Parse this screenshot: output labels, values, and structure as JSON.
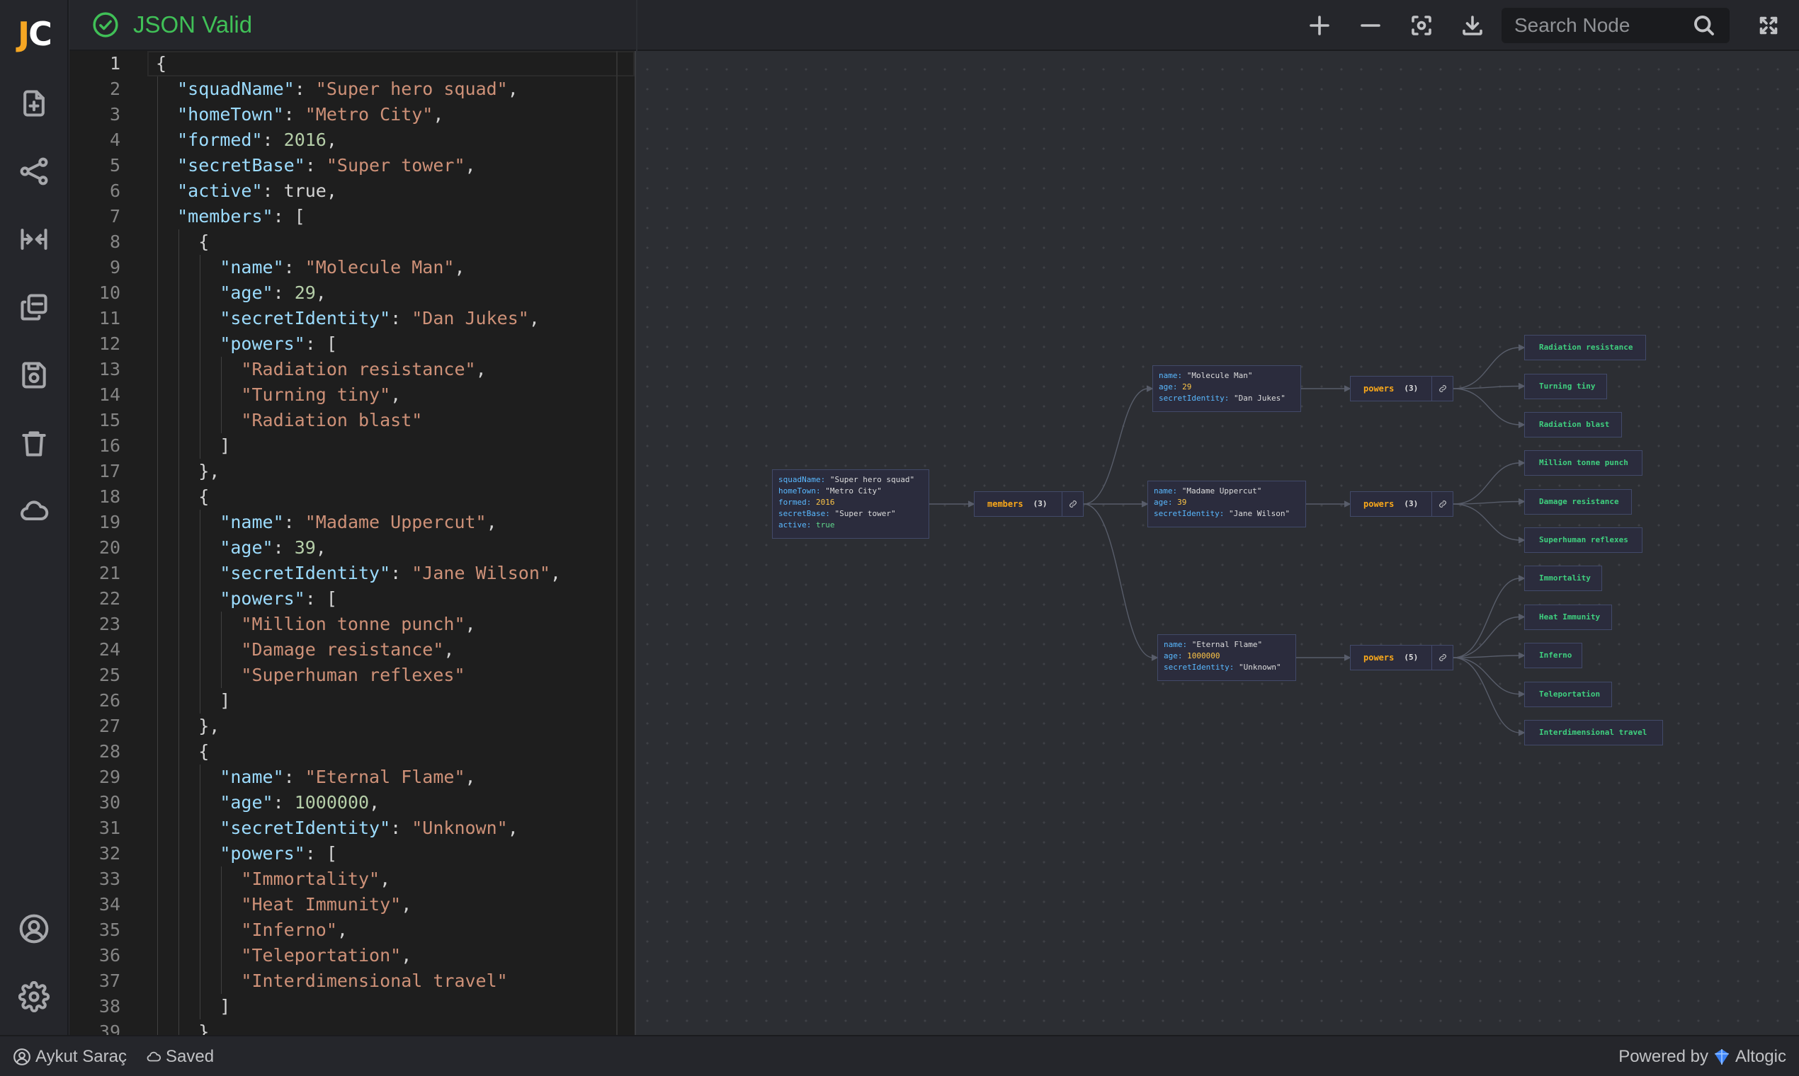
{
  "app": {
    "logo_a": "J",
    "logo_b": "C"
  },
  "editor": {
    "status_text": "JSON Valid",
    "lines": [
      "{",
      "  \"squadName\": \"Super hero squad\",",
      "  \"homeTown\": \"Metro City\",",
      "  \"formed\": 2016,",
      "  \"secretBase\": \"Super tower\",",
      "  \"active\": true,",
      "  \"members\": [",
      "    {",
      "      \"name\": \"Molecule Man\",",
      "      \"age\": 29,",
      "      \"secretIdentity\": \"Dan Jukes\",",
      "      \"powers\": [",
      "        \"Radiation resistance\",",
      "        \"Turning tiny\",",
      "        \"Radiation blast\"",
      "      ]",
      "    },",
      "    {",
      "      \"name\": \"Madame Uppercut\",",
      "      \"age\": 39,",
      "      \"secretIdentity\": \"Jane Wilson\",",
      "      \"powers\": [",
      "        \"Million tonne punch\",",
      "        \"Damage resistance\",",
      "        \"Superhuman reflexes\"",
      "      ]",
      "    },",
      "    {",
      "      \"name\": \"Eternal Flame\",",
      "      \"age\": 1000000,",
      "      \"secretIdentity\": \"Unknown\",",
      "      \"powers\": [",
      "        \"Immortality\",",
      "        \"Heat Immunity\",",
      "        \"Inferno\",",
      "        \"Teleportation\",",
      "        \"Interdimensional travel\"",
      "      ]",
      "    }"
    ]
  },
  "toolbar": {
    "search_placeholder": "Search Node"
  },
  "graph": {
    "root": [
      {
        "k": "squadName",
        "v": "\"Super hero squad\"",
        "t": "str"
      },
      {
        "k": "homeTown",
        "v": "\"Metro City\"",
        "t": "str"
      },
      {
        "k": "formed",
        "v": "2016",
        "t": "num"
      },
      {
        "k": "secretBase",
        "v": "\"Super tower\"",
        "t": "str"
      },
      {
        "k": "active",
        "v": "true",
        "t": "bool"
      }
    ],
    "members_label": "members",
    "members_count": "(3)",
    "members": [
      {
        "fields": [
          {
            "k": "name",
            "v": "\"Molecule Man\"",
            "t": "str"
          },
          {
            "k": "age",
            "v": "29",
            "t": "num"
          },
          {
            "k": "secretIdentity",
            "v": "\"Dan Jukes\"",
            "t": "str"
          }
        ],
        "powers_label": "powers",
        "powers_count": "(3)",
        "powers": [
          "Radiation resistance",
          "Turning tiny",
          "Radiation blast"
        ]
      },
      {
        "fields": [
          {
            "k": "name",
            "v": "\"Madame Uppercut\"",
            "t": "str"
          },
          {
            "k": "age",
            "v": "39",
            "t": "num"
          },
          {
            "k": "secretIdentity",
            "v": "\"Jane Wilson\"",
            "t": "str"
          }
        ],
        "powers_label": "powers",
        "powers_count": "(3)",
        "powers": [
          "Million tonne punch",
          "Damage resistance",
          "Superhuman reflexes"
        ]
      },
      {
        "fields": [
          {
            "k": "name",
            "v": "\"Eternal Flame\"",
            "t": "str"
          },
          {
            "k": "age",
            "v": "1000000",
            "t": "num"
          },
          {
            "k": "secretIdentity",
            "v": "\"Unknown\"",
            "t": "str"
          }
        ],
        "powers_label": "powers",
        "powers_count": "(5)",
        "powers": [
          "Immortality",
          "Heat Immunity",
          "Inferno",
          "Teleportation",
          "Interdimensional travel"
        ]
      }
    ]
  },
  "footer": {
    "user": "Aykut Saraç",
    "save_status": "Saved",
    "powered_by": "Powered by",
    "brand": "Altogic"
  },
  "colors": {
    "accent_valid": "#40c057",
    "logo_orange": "#f5a623",
    "key_blue": "#59b8ff",
    "leaf_green": "#3fd07f",
    "array_orange": "#faa81a"
  }
}
